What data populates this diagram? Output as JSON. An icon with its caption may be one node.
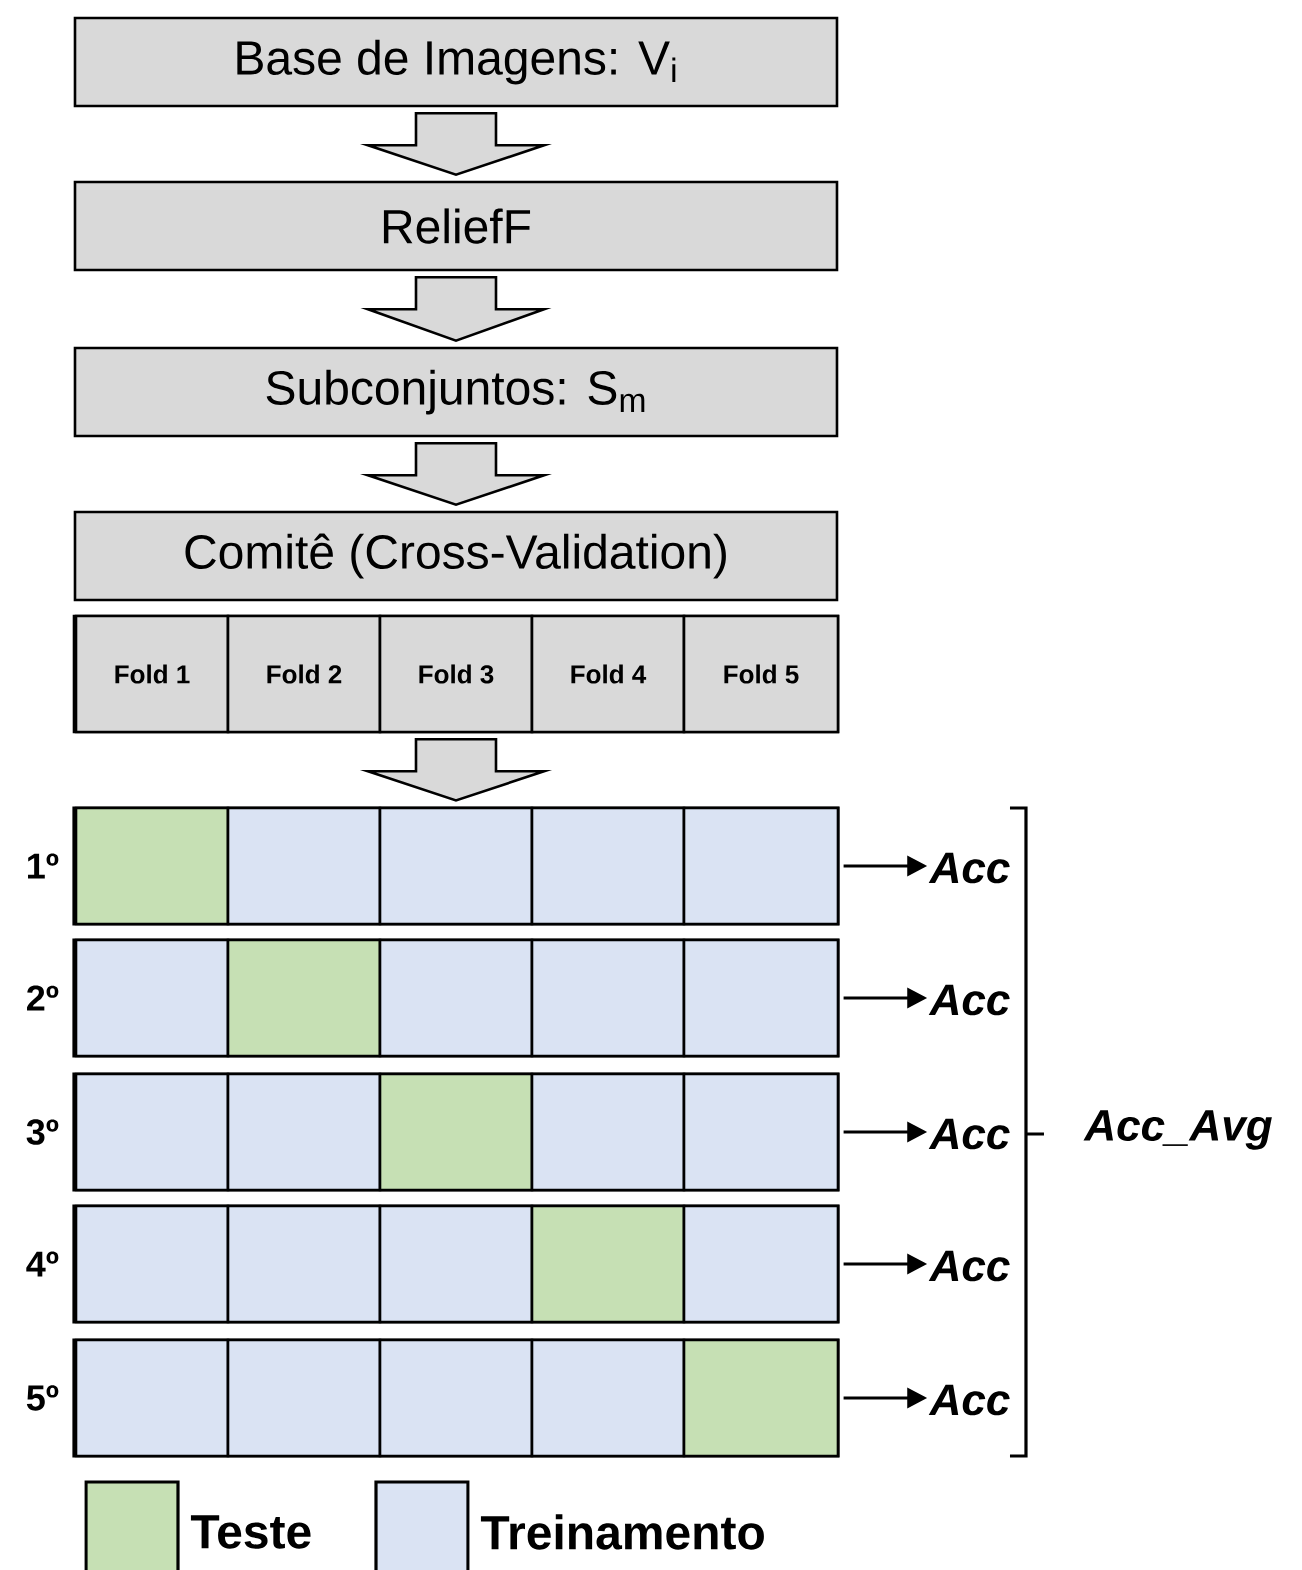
{
  "diagram": {
    "nodes": [
      {
        "text": [
          "Base de Imagens: V$_{i}$"
        ]
      },
      {
        "text": [
          "ReliefF"
        ]
      },
      {
        "text": [
          "Subconjuntos: S$_{m}$"
        ]
      },
      {
        "text": [
          "Comitê (Cross-Validation)"
        ]
      },
      {
        "text": [],
        "shape": "box"
      },
      {
        "text": [
          "Fold 1"
        ],
        "in": 4
      },
      {
        "text": [
          "Fold 2"
        ],
        "in": 4
      },
      {
        "text": [
          "Fold 3"
        ],
        "in": 4
      },
      {
        "text": [
          "Fold 4"
        ],
        "in": 4
      },
      {
        "text": [
          "Fold 5"
        ],
        "in": 4
      },
      {
        "text": [],
        "shape": "box",
        "beside": [
          "1º"
        ]
      },
      {
        "text": [],
        "shape": "box",
        "in": 10
      },
      {
        "text": [],
        "shape": "box",
        "in": 10
      },
      {
        "text": [],
        "shape": "box",
        "in": 10
      },
      {
        "text": [],
        "shape": "box",
        "in": 10
      },
      {
        "text": [],
        "shape": "box",
        "in": 10
      },
      {
        "text": [],
        "shape": "box",
        "beside": [
          "2º"
        ]
      },
      {
        "text": [],
        "shape": "box",
        "in": 16
      },
      {
        "text": [],
        "shape": "box",
        "in": 16
      },
      {
        "text": [],
        "shape": "box",
        "in": 16
      },
      {
        "text": [],
        "shape": "box",
        "in": 16
      },
      {
        "text": [],
        "shape": "box",
        "in": 16
      },
      {
        "text": [],
        "shape": "box",
        "beside": [
          "3º"
        ]
      },
      {
        "text": [],
        "shape": "box",
        "in": 22
      },
      {
        "text": [],
        "shape": "box",
        "in": 22
      },
      {
        "text": [],
        "shape": "box",
        "in": 22
      },
      {
        "text": [],
        "shape": "box",
        "in": 22
      },
      {
        "text": [],
        "shape": "box",
        "in": 22
      },
      {
        "text": [],
        "shape": "box",
        "beside": [
          "4º"
        ]
      },
      {
        "text": [],
        "shape": "box",
        "in": 28
      },
      {
        "text": [],
        "shape": "box",
        "in": 28
      },
      {
        "text": [],
        "shape": "box",
        "in": 28
      },
      {
        "text": [],
        "shape": "box",
        "in": 28
      },
      {
        "text": [],
        "shape": "box",
        "in": 28
      },
      {
        "text": [],
        "shape": "box",
        "beside": [
          "5º"
        ]
      },
      {
        "text": [],
        "shape": "box",
        "in": 34
      },
      {
        "text": [],
        "shape": "box",
        "in": 34
      },
      {
        "text": [],
        "shape": "box",
        "in": 34
      },
      {
        "text": [],
        "shape": "box",
        "in": 34
      },
      {
        "text": [],
        "shape": "box",
        "in": 34
      },
      {
        "text": [
          "Acc"
        ]
      },
      {
        "text": [
          "Acc"
        ]
      },
      {
        "text": [
          "Acc"
        ]
      },
      {
        "text": [
          "Acc"
        ]
      },
      {
        "text": [
          "Acc"
        ]
      }
    ],
    "edges": [
      {
        "from": 0,
        "to": 1,
        "arrow": "to"
      },
      {
        "from": 1,
        "to": 2,
        "arrow": "to"
      },
      {
        "from": 2,
        "to": 3,
        "arrow": "to"
      },
      {
        "from": 4,
        "to": 10,
        "arrow": "to"
      },
      {
        "from": 10,
        "to": 40,
        "arrow": "to"
      },
      {
        "from": 16,
        "to": 41,
        "arrow": "to"
      },
      {
        "from": 22,
        "to": 42,
        "arrow": "to"
      },
      {
        "from": 28,
        "to": 43,
        "arrow": "to"
      },
      {
        "from": 34,
        "to": 44,
        "arrow": "to"
      }
    ],
    "labels": [
      "Acc_Avg"
    ],
    "legend": [
      {
        "text": "Teste",
        "color": "#c6e0b4"
      },
      {
        "text": "Treinamento",
        "color": "#dae3f3"
      }
    ]
  }
}
